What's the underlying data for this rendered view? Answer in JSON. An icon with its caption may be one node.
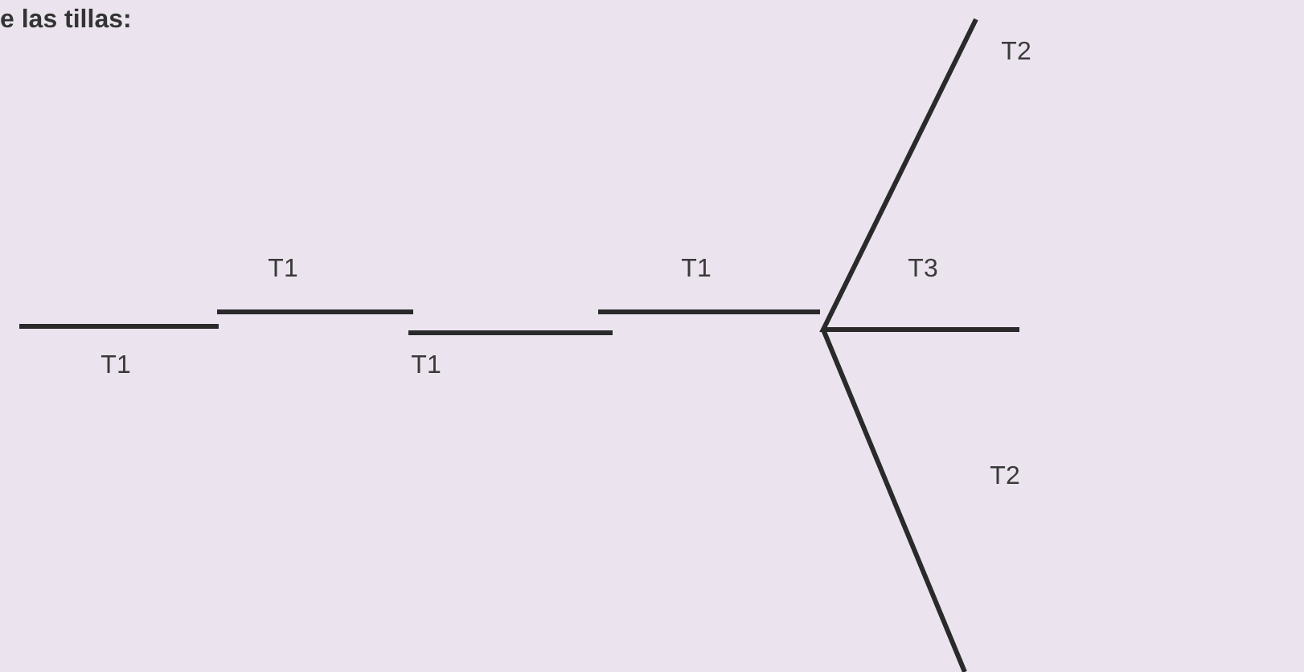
{
  "diagram": {
    "title": "e las tillas:",
    "labels": [
      "T2",
      "T1",
      "T1",
      "T3",
      "T1",
      "T1",
      "T2"
    ]
  }
}
